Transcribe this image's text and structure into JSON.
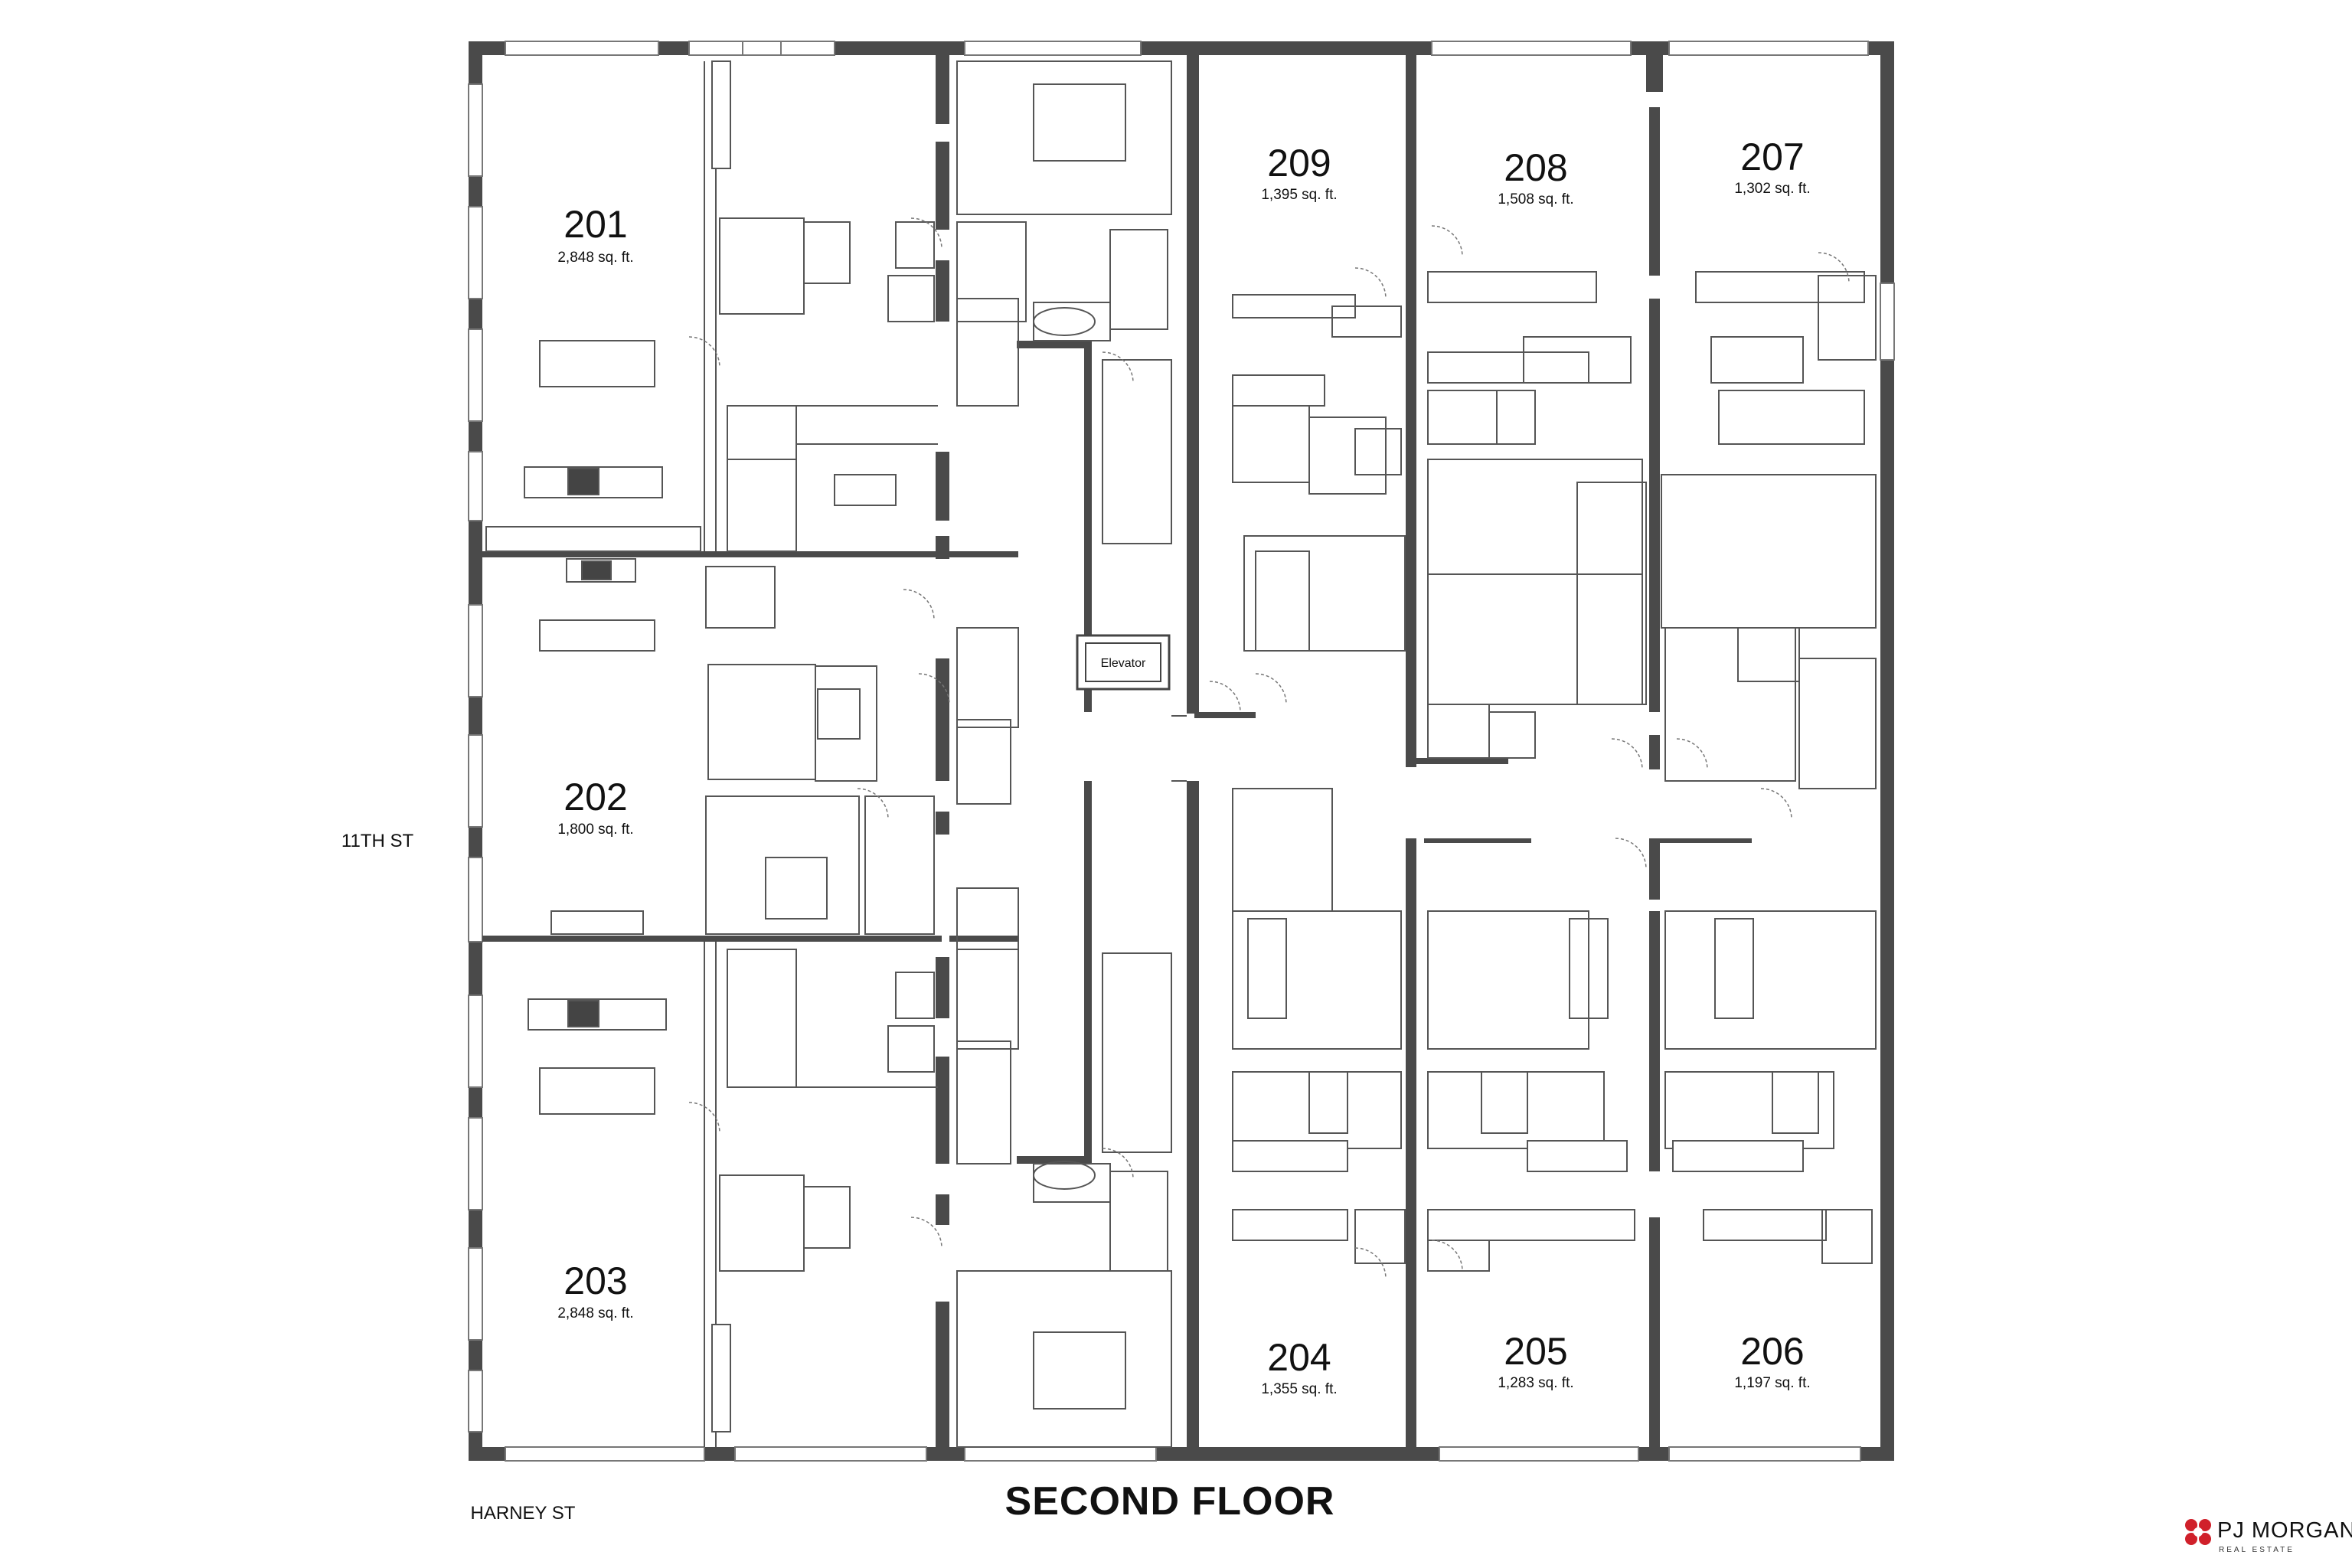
{
  "plan": {
    "title": "SECOND FLOOR",
    "streets": {
      "side": "11TH ST",
      "bottom": "HARNEY ST"
    },
    "units": [
      {
        "id": "201",
        "number": "201",
        "area": "2,848 sq. ft."
      },
      {
        "id": "202",
        "number": "202",
        "area": "1,800 sq. ft."
      },
      {
        "id": "203",
        "number": "203",
        "area": "2,848 sq. ft."
      },
      {
        "id": "209",
        "number": "209",
        "area": "1,395 sq. ft."
      },
      {
        "id": "208",
        "number": "208",
        "area": "1,508 sq. ft."
      },
      {
        "id": "207",
        "number": "207",
        "area": "1,302 sq. ft."
      },
      {
        "id": "204",
        "number": "204",
        "area": "1,355 sq. ft."
      },
      {
        "id": "205",
        "number": "205",
        "area": "1,283 sq. ft."
      },
      {
        "id": "206",
        "number": "206",
        "area": "1,197 sq. ft."
      }
    ],
    "elevator_label": "Elevator"
  },
  "brand": {
    "name": "PJ MORGAN",
    "tagline": "REAL ESTATE",
    "logo_color": "#d0202a"
  },
  "colors": {
    "wall": "#4a4a4a",
    "line": "#555555",
    "background": "#ffffff"
  }
}
